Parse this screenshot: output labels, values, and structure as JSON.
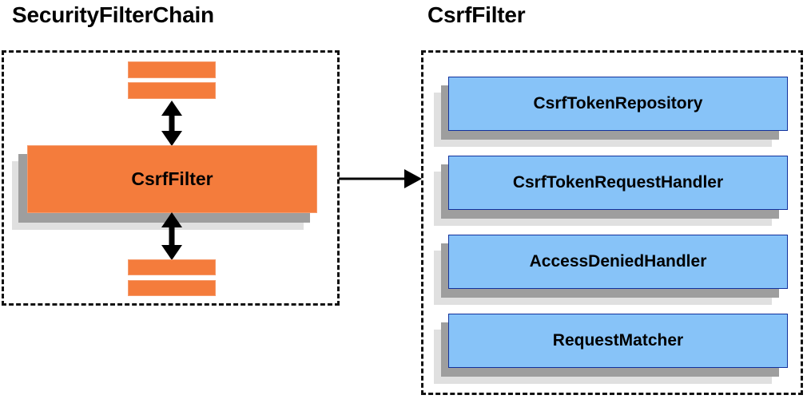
{
  "diagram": {
    "type": "component-collaboration-diagram",
    "background_color": "#ffffff",
    "colors": {
      "filter_orange": "#f47c3c",
      "collaborator_blue": "#87c3f8",
      "collaborator_border": "#12319c",
      "shadow_near": "#9e9e9e",
      "shadow_far": "#e0e0e0",
      "panel_border": "#111111",
      "arrow": "#000000"
    },
    "panels": [
      {
        "id": "security-filter-chain",
        "title": "SecurityFilterChain",
        "border_style": "dashed",
        "highlighted_component": "CsrfFilter",
        "filters_above_count": 2,
        "filters_below_count": 2
      },
      {
        "id": "csrf-filter",
        "title": "CsrfFilter",
        "border_style": "dashed",
        "collaborators": [
          {
            "label": "CsrfTokenRepository"
          },
          {
            "label": "CsrfTokenRequestHandler"
          },
          {
            "label": "AccessDeniedHandler"
          },
          {
            "label": "RequestMatcher"
          }
        ]
      }
    ],
    "connectors": [
      {
        "id": "chain-to-filter",
        "from": "security-filter-chain",
        "to": "csrf-filter",
        "style": "single-headed",
        "direction": "right"
      },
      {
        "id": "above-to-csrf",
        "style": "double-headed",
        "direction": "vertical"
      },
      {
        "id": "csrf-to-below",
        "style": "double-headed",
        "direction": "vertical"
      }
    ]
  }
}
